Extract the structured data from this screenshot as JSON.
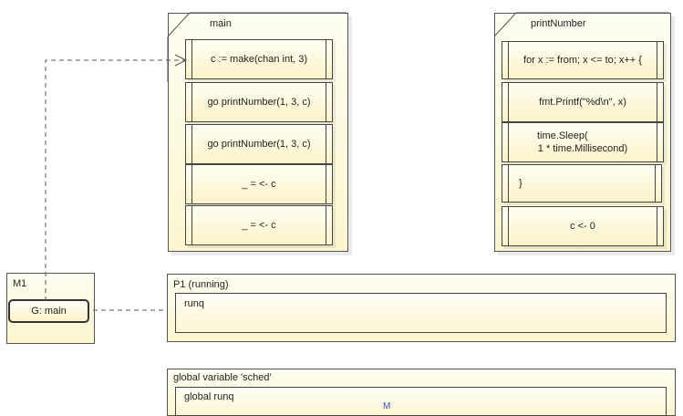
{
  "main_panel": {
    "title": "main",
    "statements": [
      "c := make(chan int, 3)",
      "go printNumber(1, 3, c)",
      "go printNumber(1, 3, c)",
      "_ = <- c",
      "_ = <- c"
    ]
  },
  "print_panel": {
    "title": "printNumber",
    "statements": [
      "for x := from; x <= to; x++ {",
      "fmt.Printf(\"%d\\n\", x)",
      "time.Sleep(",
      "1 * time.Millisecond)",
      "}",
      "c <- 0"
    ]
  },
  "m1": {
    "title": "M1",
    "goroutine_label": "G: main"
  },
  "p1": {
    "title": "P1 (running)",
    "runq_label": "runq"
  },
  "sched": {
    "title": "global variable 'sched'",
    "runq_label": "global runq",
    "note": "M                                   "
  },
  "colors": {
    "panel_fill": "#fbf6cf",
    "line": "#444444",
    "note": "#3a4fb0"
  }
}
